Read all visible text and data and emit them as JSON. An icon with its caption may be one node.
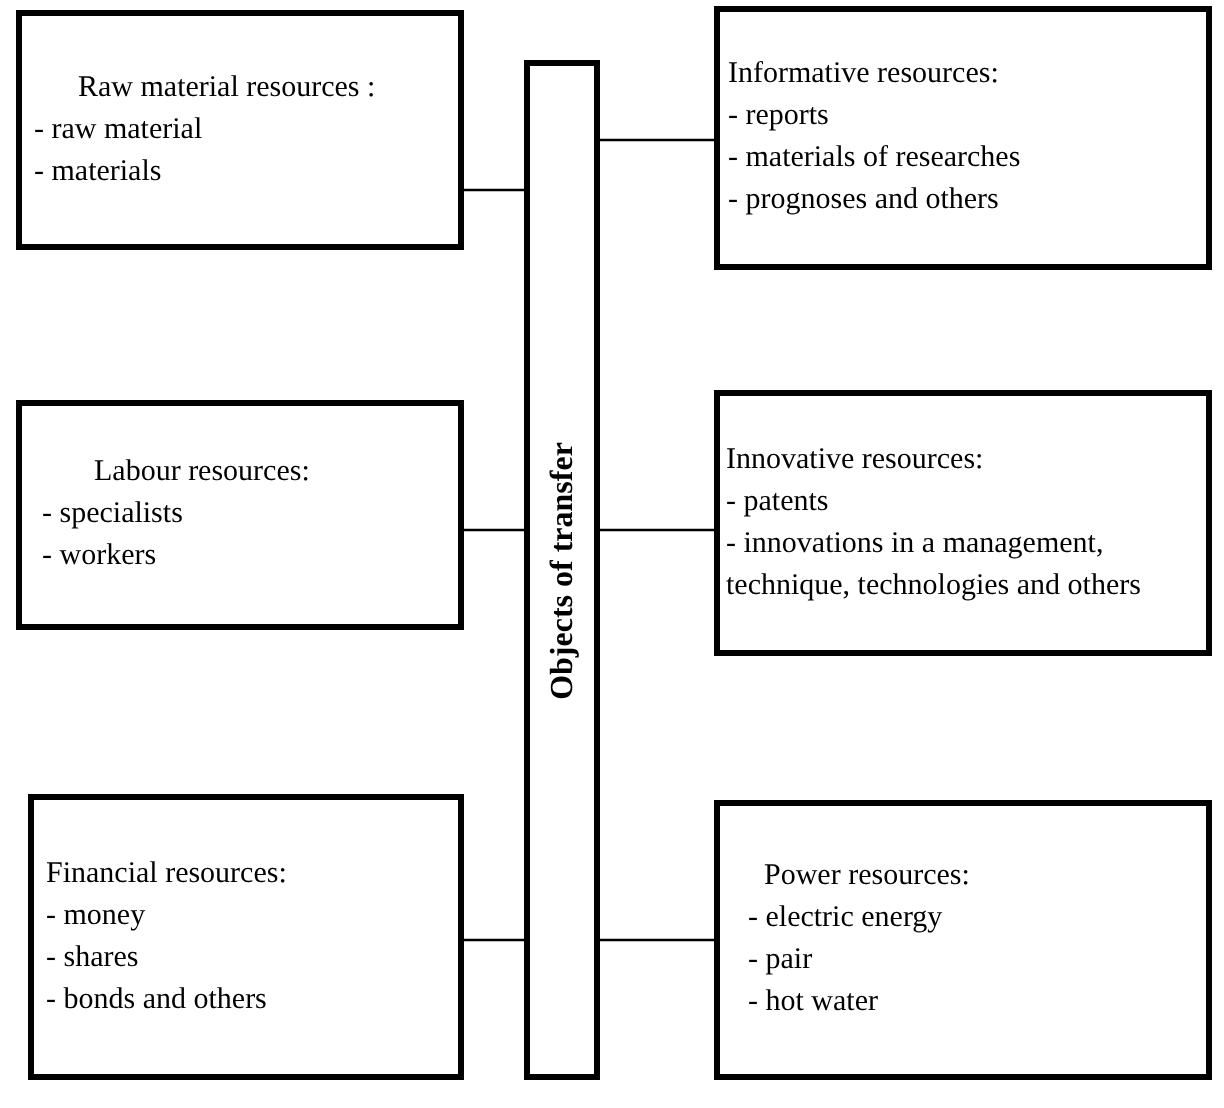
{
  "diagram": {
    "nodes": [
      {
        "text": [
          "Raw material resources :",
          "- raw material",
          "- materials"
        ]
      },
      {
        "text": [
          "Informative resources:",
          "- reports",
          "- materials of researches",
          "- prognoses and others"
        ]
      },
      {
        "text": [
          "Labour resources:",
          "- specialists",
          "- workers"
        ]
      },
      {
        "text": [
          "Innovative resources:",
          "- patents",
          "- innovations in a management, technique, technologies and others"
        ]
      },
      {
        "text": [
          "Financial resources:",
          "- money",
          "- shares",
          "- bonds and others"
        ]
      },
      {
        "text": [
          "Power resources:",
          "- electric energy",
          "- pair",
          "- hot water"
        ]
      },
      {
        "text": [
          "Objects of transfer"
        ]
      }
    ],
    "edges": [
      {
        "from": 0,
        "to": 6,
        "arrow": "none"
      },
      {
        "from": 6,
        "to": 1,
        "arrow": "none"
      },
      {
        "from": 2,
        "to": 6,
        "arrow": "none"
      },
      {
        "from": 6,
        "to": 3,
        "arrow": "none"
      },
      {
        "from": 4,
        "to": 6,
        "arrow": "none"
      },
      {
        "from": 6,
        "to": 5,
        "arrow": "none"
      }
    ]
  }
}
